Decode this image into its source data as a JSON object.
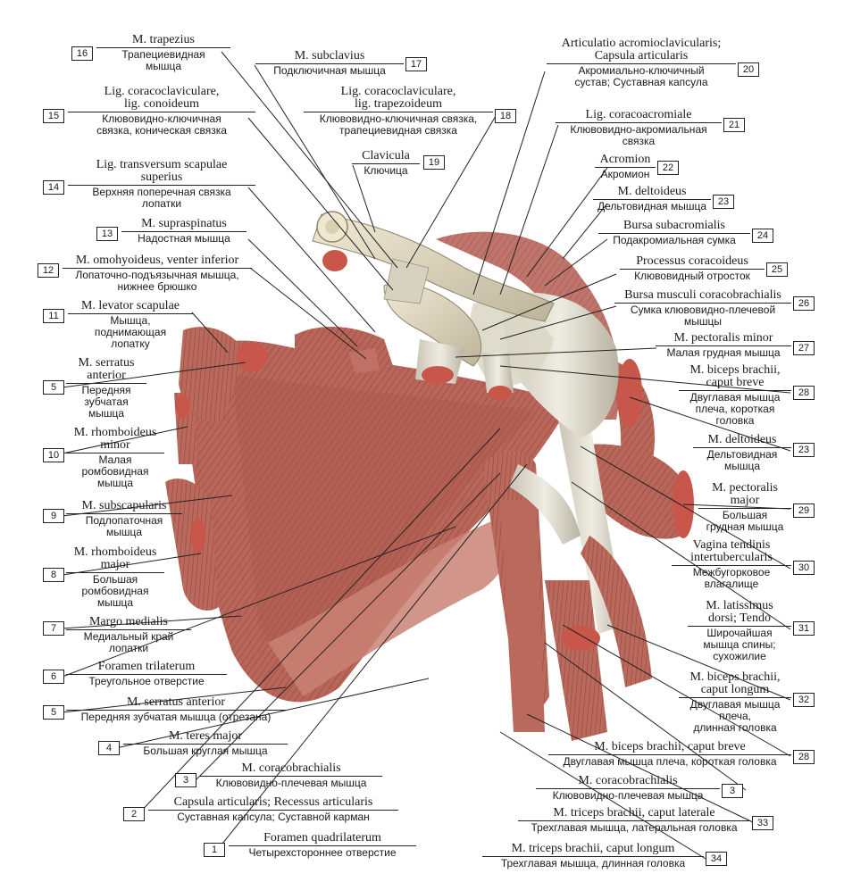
{
  "labels": {
    "l16": {
      "num": "16",
      "la": "M. trapezius",
      "ru": "Трапециевидная\nмышца"
    },
    "l15": {
      "num": "15",
      "la": "Lig. coracoclaviculare,\nlig. conoideum",
      "ru": "Клювовидно-ключичная\nсвязка, коническая связка"
    },
    "l14": {
      "num": "14",
      "la": "Lig. transversum scapulae\nsuperius",
      "ru": "Верхняя поперечная связка\nлопатки"
    },
    "l13": {
      "num": "13",
      "la": "M. supraspinatus",
      "ru": "Надостная мышца"
    },
    "l12": {
      "num": "12",
      "la": "M. omohyoideus, venter inferior",
      "ru": "Лопаточно-подъязычная мышца,\nнижнее брюшко"
    },
    "l11": {
      "num": "11",
      "la": "M. levator scapulae",
      "ru": "Мышца,\nподнимающая\nлопатку"
    },
    "l5a": {
      "num": "5",
      "la": "M. serratus\nanterior",
      "ru": "Передняя\nзубчатая\nмышца"
    },
    "l10": {
      "num": "10",
      "la": "M. rhomboideus\nminor",
      "ru": "Малая\nромбовидная\nмышца"
    },
    "l9": {
      "num": "9",
      "la": "M. subscapularis",
      "ru": "Подлопаточная\nмышца"
    },
    "l8": {
      "num": "8",
      "la": "M. rhomboideus\nmajor",
      "ru": "Большая\nромбовидная\nмышца"
    },
    "l7": {
      "num": "7",
      "la": "Margo medialis",
      "ru": "Медиальный край\nлопатки"
    },
    "l6": {
      "num": "6",
      "la": "Foramen trilaterum",
      "ru": "Треугольное отверстие"
    },
    "l5b": {
      "num": "5",
      "la": "M. serratus anterior",
      "ru": "Передняя зубчатая мышца (отрезана)"
    },
    "l4": {
      "num": "4",
      "la": "M. teres major",
      "ru": "Большая круглая мышца"
    },
    "l3a": {
      "num": "3",
      "la": "M. coracobrachialis",
      "ru": "Клювовидно-плечевая мышца"
    },
    "l2": {
      "num": "2",
      "la": "Capsula articularis; Recessus articularis",
      "ru": "Суставная капсула; Суставной карман"
    },
    "l1": {
      "num": "1",
      "la": "Foramen quadrilaterum",
      "ru": "Четырехстороннее отверстие"
    },
    "r17": {
      "num": "17",
      "la": "M. subclavius",
      "ru": "Подключичная мышца"
    },
    "r18": {
      "num": "18",
      "la": "Lig. coracoclaviculare,\nlig. trapezoideum",
      "ru": "Клювовидно-ключичная связка,\nтрапециевидная связка"
    },
    "r19": {
      "num": "19",
      "la": "Clavicula",
      "ru": "Ключица"
    },
    "r20": {
      "num": "20",
      "la": "Articulatio acromioclavicularis;\nCapsula articularis",
      "ru": "Акромиально-ключичный\nсустав; Суставная капсула"
    },
    "r21": {
      "num": "21",
      "la": "Lig. coracoacromiale",
      "ru": "Клювовидно-акромиальная\nсвязка"
    },
    "r22": {
      "num": "22",
      "la": "Acromion",
      "ru": "Акромион"
    },
    "r23a": {
      "num": "23",
      "la": "M. deltoideus",
      "ru": "Дельтовидная мышца"
    },
    "r24": {
      "num": "24",
      "la": "Bursa subacromialis",
      "ru": "Подакромиальная сумка"
    },
    "r25": {
      "num": "25",
      "la": "Processus coracoideus",
      "ru": "Клювовидный отросток"
    },
    "r26": {
      "num": "26",
      "la": "Bursa musculi coracobrachialis",
      "ru": "Сумка клювовидно-плечевой\nмышцы"
    },
    "r27": {
      "num": "27",
      "la": "M. pectoralis minor",
      "ru": "Малая грудная мышца"
    },
    "r28a": {
      "num": "28",
      "la": "M. biceps brachii,\ncaput breve",
      "ru": "Двуглавая мышца\nплеча, короткая\nголовка"
    },
    "r23b": {
      "num": "23",
      "la": "M. deltoideus",
      "ru": "Дельтовидная\nмышца"
    },
    "r29": {
      "num": "29",
      "la": "M. pectoralis\nmajor",
      "ru": "Большая\nгрудная мышца"
    },
    "r30": {
      "num": "30",
      "la": "Vagina tendinis\nintertubercularis",
      "ru": "Межбугорковое\nвлагалище"
    },
    "r31": {
      "num": "31",
      "la": "M. latissimus\ndorsi; Tendo",
      "ru": "Широчайшая\nмышца спины;\nсухожилие"
    },
    "r32": {
      "num": "32",
      "la": "M. biceps brachii,\ncaput longum",
      "ru": "Двуглавая мышца\nплеча,\nдлинная головка"
    },
    "r28b": {
      "num": "28",
      "la": "M. biceps brachii, caput breve",
      "ru": "Двуглавая мышца плеча, короткая головка"
    },
    "r3b": {
      "num": "3",
      "la": "M. coracobrachialis",
      "ru": "Клювовидно-плечевая мышца"
    },
    "r33": {
      "num": "33",
      "la": "M. triceps brachii, caput laterale",
      "ru": "Трехглавая мышца, латеральная головка"
    },
    "r34": {
      "num": "34",
      "la": "M. triceps brachii, caput longum",
      "ru": "Трехглавая мышца, длинная головка"
    }
  },
  "colors": {
    "muscle": "#b9675a",
    "muscle_dark": "#8e4036",
    "muscle_light": "#d99a8c",
    "tendon": "#d9d6c8",
    "bone": "#e8dfc8",
    "cut": "#c9564a",
    "leader": "#222222"
  }
}
